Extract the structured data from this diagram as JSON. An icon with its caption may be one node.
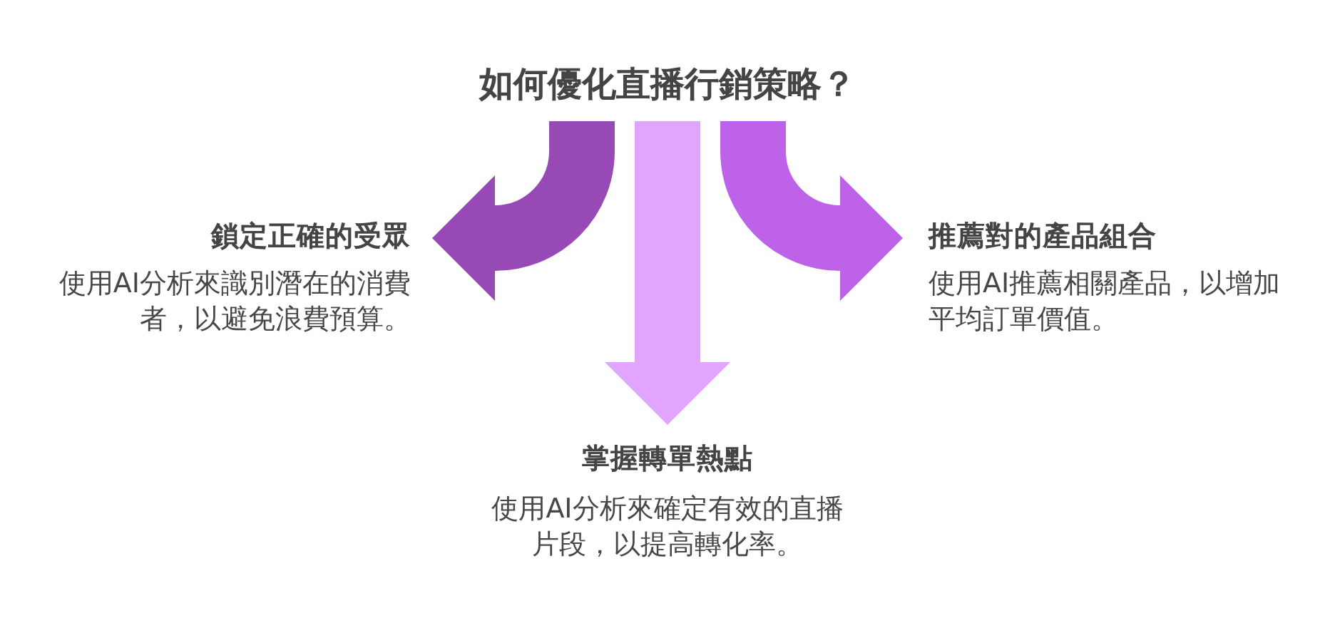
{
  "diagram": {
    "nodes": [
      {
        "text": [
          "如何優化直播行銷策略？"
        ]
      },
      {
        "text": [
          "鎖定正確的受眾",
          "使用AI分析來識別潛在的消費者，以避免浪費預算。"
        ]
      },
      {
        "text": [
          "推薦對的產品組合",
          "使用AI推薦相關產品，以增加平均訂單價值。"
        ]
      },
      {
        "text": [
          "掌握轉單熱點",
          "使用AI分析來確定有效的直播片段，以提高轉化率。"
        ]
      }
    ],
    "edges": [
      {
        "from": 0,
        "to": 1,
        "arrow": "to",
        "color": "#974ab6"
      },
      {
        "from": 0,
        "to": 3,
        "arrow": "to",
        "color": "#e1a5fd"
      },
      {
        "from": 0,
        "to": 2,
        "arrow": "to",
        "color": "#be62ea"
      }
    ]
  }
}
